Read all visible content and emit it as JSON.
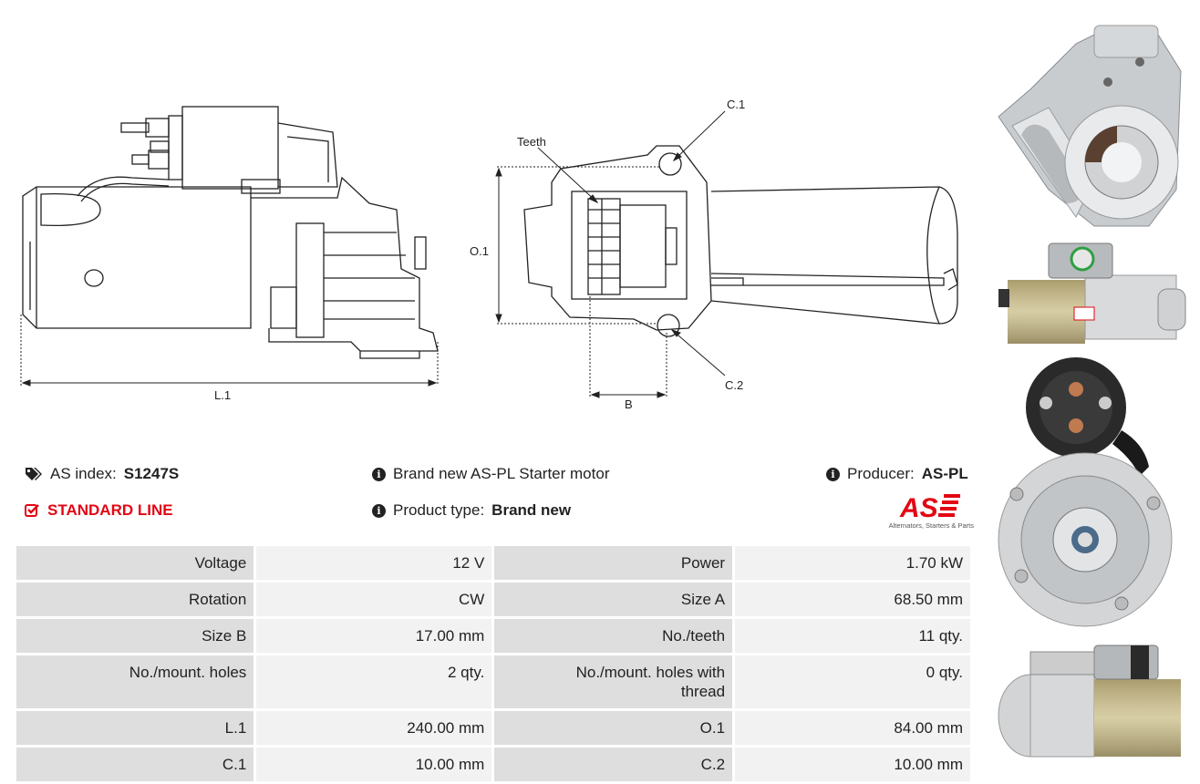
{
  "drawing": {
    "labels": {
      "l1": "L.1",
      "o1": "O.1",
      "b": "B",
      "teeth": "Teeth",
      "c1": "C.1",
      "c2": "C.2"
    }
  },
  "info": {
    "as_index_label": "AS index:",
    "as_index_value": "S1247S",
    "standard_line": "STANDARD LINE",
    "description": "Brand new AS-PL Starter motor",
    "product_type_label": "Product type:",
    "product_type_value": "Brand new",
    "producer_label": "Producer:",
    "producer_value": "AS-PL",
    "logo_text": "AS",
    "logo_tagline": "Alternators, Starters & Parts"
  },
  "specs": {
    "rows": [
      {
        "l1": "Voltage",
        "v1": "12 V",
        "l2": "Power",
        "v2": "1.70 kW"
      },
      {
        "l1": "Rotation",
        "v1": "CW",
        "l2": "Size A",
        "v2": "68.50 mm"
      },
      {
        "l1": "Size B",
        "v1": "17.00 mm",
        "l2": "No./teeth",
        "v2": "11 qty."
      },
      {
        "l1": "No./mount. holes",
        "v1": "2 qty.",
        "l2": "No./mount. holes with thread",
        "v2": "0 qty."
      },
      {
        "l1": "L.1",
        "v1": "240.00 mm",
        "l2": "O.1",
        "v2": "84.00 mm"
      },
      {
        "l1": "C.1",
        "v1": "10.00 mm",
        "l2": "C.2",
        "v2": "10.00 mm"
      }
    ]
  },
  "colors": {
    "accent_red": "#e30613",
    "label_cell": "#dedede",
    "value_cell": "#f2f2f2"
  }
}
